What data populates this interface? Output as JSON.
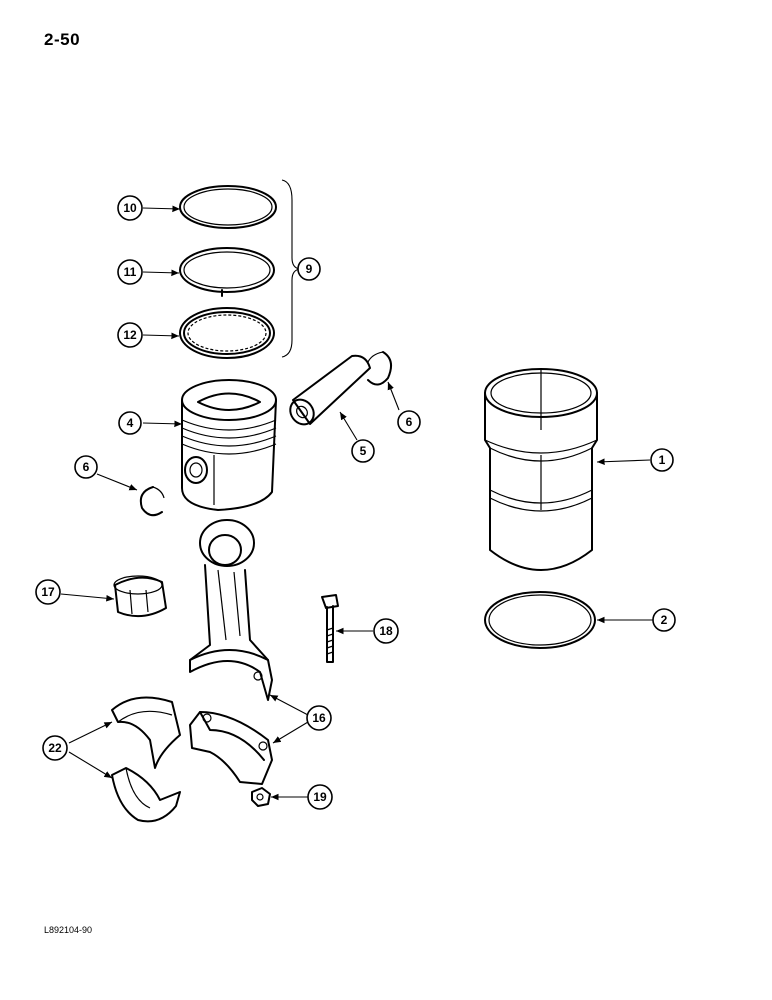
{
  "page": {
    "page_number": "2-50",
    "figure_id": "L892104-90"
  },
  "callouts": [
    {
      "id": "c10",
      "label": "10"
    },
    {
      "id": "c11",
      "label": "11"
    },
    {
      "id": "c12",
      "label": "12"
    },
    {
      "id": "c9",
      "label": "9"
    },
    {
      "id": "c4",
      "label": "4"
    },
    {
      "id": "c6a",
      "label": "6"
    },
    {
      "id": "c6b",
      "label": "6"
    },
    {
      "id": "c5",
      "label": "5"
    },
    {
      "id": "c1",
      "label": "1"
    },
    {
      "id": "c2",
      "label": "2"
    },
    {
      "id": "c17",
      "label": "17"
    },
    {
      "id": "c18",
      "label": "18"
    },
    {
      "id": "c16",
      "label": "16"
    },
    {
      "id": "c22",
      "label": "22"
    },
    {
      "id": "c19",
      "label": "19"
    }
  ]
}
